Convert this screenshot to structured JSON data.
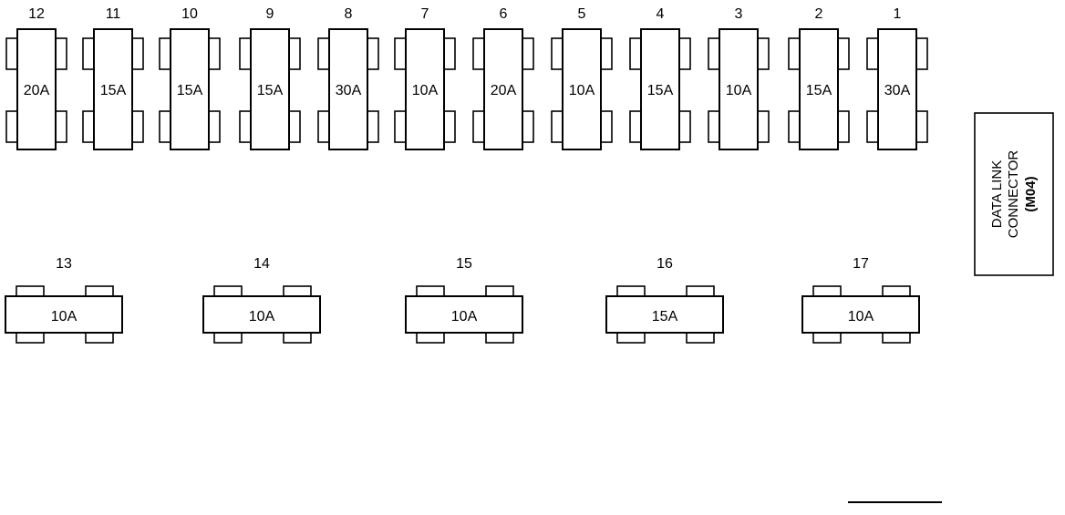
{
  "fuses_top": [
    {
      "number": "12",
      "rating": "20A"
    },
    {
      "number": "11",
      "rating": "15A"
    },
    {
      "number": "10",
      "rating": "15A"
    },
    {
      "number": "9",
      "rating": "15A"
    },
    {
      "number": "8",
      "rating": "30A"
    },
    {
      "number": "7",
      "rating": "10A"
    },
    {
      "number": "6",
      "rating": "20A"
    },
    {
      "number": "5",
      "rating": "10A"
    },
    {
      "number": "4",
      "rating": "15A"
    },
    {
      "number": "3",
      "rating": "10A"
    },
    {
      "number": "2",
      "rating": "15A"
    },
    {
      "number": "1",
      "rating": "30A"
    }
  ],
  "fuses_bottom": [
    {
      "number": "13",
      "rating": "10A"
    },
    {
      "number": "14",
      "rating": "10A"
    },
    {
      "number": "15",
      "rating": "10A"
    },
    {
      "number": "16",
      "rating": "15A"
    },
    {
      "number": "17",
      "rating": "10A"
    }
  ],
  "connector": {
    "lines": [
      "DATA LINK",
      "CONNECTOR",
      "(M04)"
    ]
  }
}
